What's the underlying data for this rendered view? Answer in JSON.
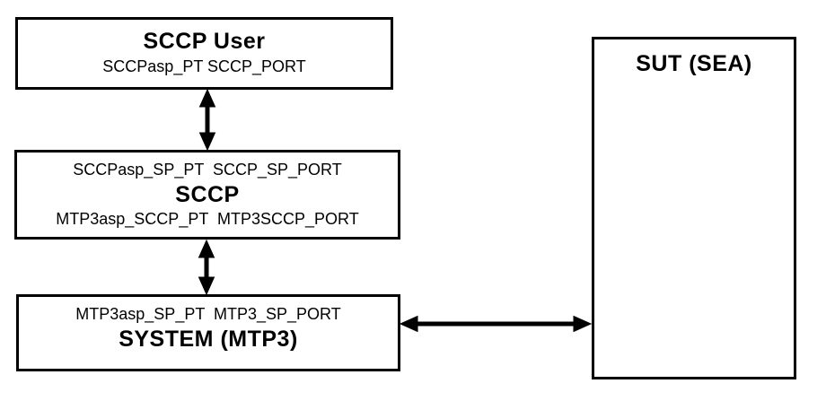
{
  "diagram": {
    "background_color": "#ffffff",
    "line_color": "#000000",
    "boxes": {
      "sccp_user": {
        "title": "SCCP User",
        "ports": "SCCPasp_PT SCCP_PORT"
      },
      "sccp": {
        "top_ports": "SCCPasp_SP_PT  SCCP_SP_PORT",
        "title": "SCCP",
        "bottom_ports": "MTP3asp_SCCP_PT  MTP3SCCP_PORT"
      },
      "system_mtp3": {
        "top_ports": "MTP3asp_SP_PT  MTP3_SP_PORT",
        "title": "SYSTEM (MTP3)"
      },
      "sut": {
        "title": "SUT (SEA)"
      }
    },
    "connections": [
      {
        "from": "sccp_user",
        "to": "sccp",
        "type": "bidirectional-arrow",
        "orientation": "vertical"
      },
      {
        "from": "sccp",
        "to": "system_mtp3",
        "type": "bidirectional-arrow",
        "orientation": "vertical"
      },
      {
        "from": "system_mtp3",
        "to": "sut",
        "type": "bidirectional-arrow",
        "orientation": "horizontal"
      }
    ]
  }
}
